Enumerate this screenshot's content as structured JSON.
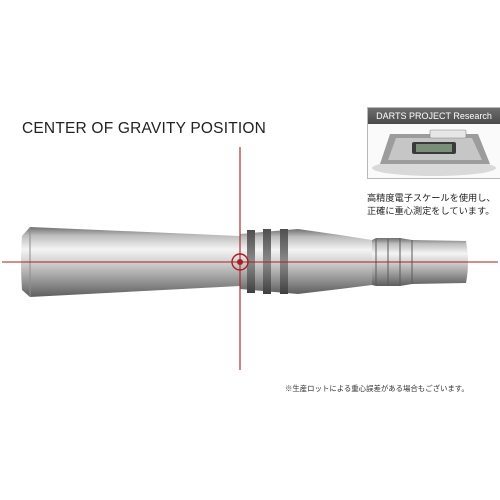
{
  "title": "CENTER OF GRAVITY POSITION",
  "inset": {
    "header": "DARTS PROJECT Research",
    "caption_line1": "高精度電子スケールを使用し、",
    "caption_line2": "正確に重心測定をしています。"
  },
  "footnote": "※生産ロットによる重心誤差がある場合もございます。",
  "colors": {
    "marker": "#a81e22",
    "barrel_light": "#f2f2f2",
    "barrel_mid": "#b9b9b9",
    "barrel_dark": "#6f6f6f",
    "inset_header": "#555555"
  },
  "icons": {
    "scale": "digital-scale-icon",
    "target": "crosshair-target-icon"
  }
}
